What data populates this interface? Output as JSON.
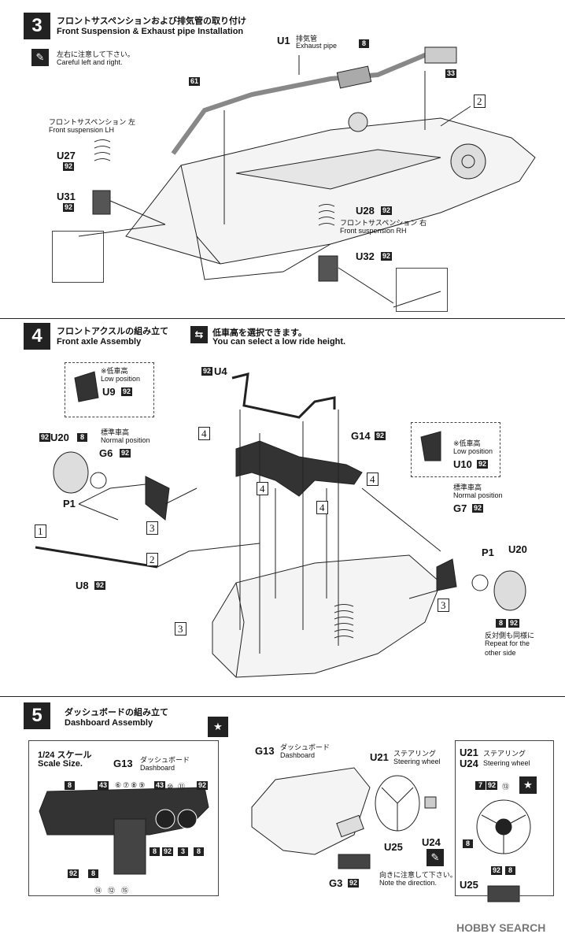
{
  "step3": {
    "number": "3",
    "title_jp": "フロントサスペンションおよび排気管の取り付け",
    "title_en": "Front Suspension & Exhaust pipe Installation",
    "caution_jp": "左右に注意して下さい。",
    "caution_en": "Careful left and right.",
    "u1_label": "U1",
    "u1_jp": "排気管",
    "u1_en": "Exhaust pipe",
    "tag_8": "8",
    "tag_33": "33",
    "tag_61": "61",
    "part_2": "2",
    "fs_lh_jp": "フロントサスペンション 左",
    "fs_lh_en": "Front suspension LH",
    "u27": "U27",
    "u31": "U31",
    "u28": "U28",
    "u32": "U32",
    "tag_92": "92",
    "fs_rh_jp": "フロントサスペンション 右",
    "fs_rh_en": "Front suspension RH"
  },
  "step4": {
    "number": "4",
    "title_jp": "フロントアクスルの組み立て",
    "title_en": "Front axle Assembly",
    "note_jp": "低車高を選択できます。",
    "note_en": "You can select a low ride height.",
    "low_jp": "※低車高",
    "low_en": "Low position",
    "u9": "U9",
    "u4": "U4",
    "u10": "U10",
    "u20": "U20",
    "tag_8": "8",
    "normal_jp": "標準車高",
    "normal_en": "Normal position",
    "g6": "G6",
    "g7": "G7",
    "g14": "G14",
    "p1": "P1",
    "u8": "U8",
    "box_1": "1",
    "box_2": "2",
    "box_3": "3",
    "box_4": "4",
    "part_3": "3",
    "repeat_jp": "反対側も同様に",
    "repeat_en1": "Repeat for the",
    "repeat_en2": "other side",
    "tag_92": "92"
  },
  "step5": {
    "number": "5",
    "title_jp": "ダッシュボードの組み立て",
    "title_en": "Dashboard Assembly",
    "scale_jp": "1/24 スケール",
    "scale_en": "Scale Size.",
    "g13": "G13",
    "g13_jp": "ダッシュボード",
    "g13_en": "Dashboard",
    "u21": "U21",
    "u21_jp": "ステアリング",
    "u21_en": "Steering wheel",
    "u24": "U24",
    "u25": "U25",
    "g3": "G3",
    "dir_jp": "向きに注意して下さい。",
    "dir_en": "Note the direction.",
    "dash_top_numbers": [
      "⑥",
      "⑦",
      "⑧",
      "⑨"
    ],
    "dash_right_numbers": [
      "⑩",
      "⑪"
    ],
    "dash_bottom_circ": [
      "⑭",
      "⑫",
      "⑮"
    ],
    "circ_13": "⑬",
    "tag_8": "8",
    "tag_43": "43",
    "tag_92": "92",
    "tag_3": "3",
    "tag_7": "7"
  },
  "watermark": "HOBBY SEARCH"
}
